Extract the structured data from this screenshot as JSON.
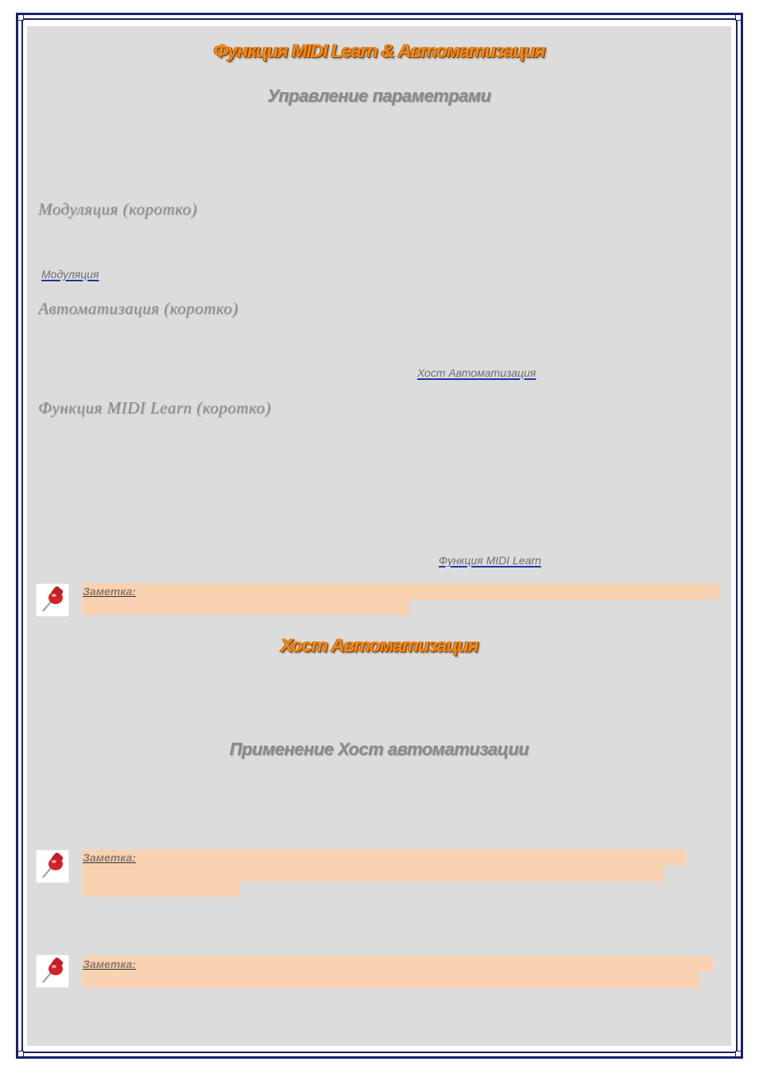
{
  "headings": {
    "main_title": "Функция MIDI Learn & Автоматизация",
    "param_control": "Управление параметрами",
    "modulation_short": "Модуляция (коротко)",
    "automation_short": "Автоматизация (коротко)",
    "midi_learn_short": "Функция MIDI Learn (коротко)",
    "host_automation": "Хост Автоматизация",
    "host_automation_usage": "Применение Хост автоматизации"
  },
  "links": {
    "modulation": "Модуляция",
    "host_automation": "Хост Автоматизация",
    "midi_learn": "Функция MIDI Learn"
  },
  "notes": {
    "note1_label": "Заметка:",
    "note2_label": "Заметка:",
    "note3_label": "Заметка:"
  },
  "colors": {
    "frame": "#1a1f6e",
    "page_background": "#dcdcdc",
    "title_orange": "#f08a1c",
    "heading_grey": "#8a8a8a",
    "note_highlight": "#f9d2b2",
    "link_underline": "#2233aa"
  },
  "icons": {
    "note_icon": "pushpin-icon"
  }
}
